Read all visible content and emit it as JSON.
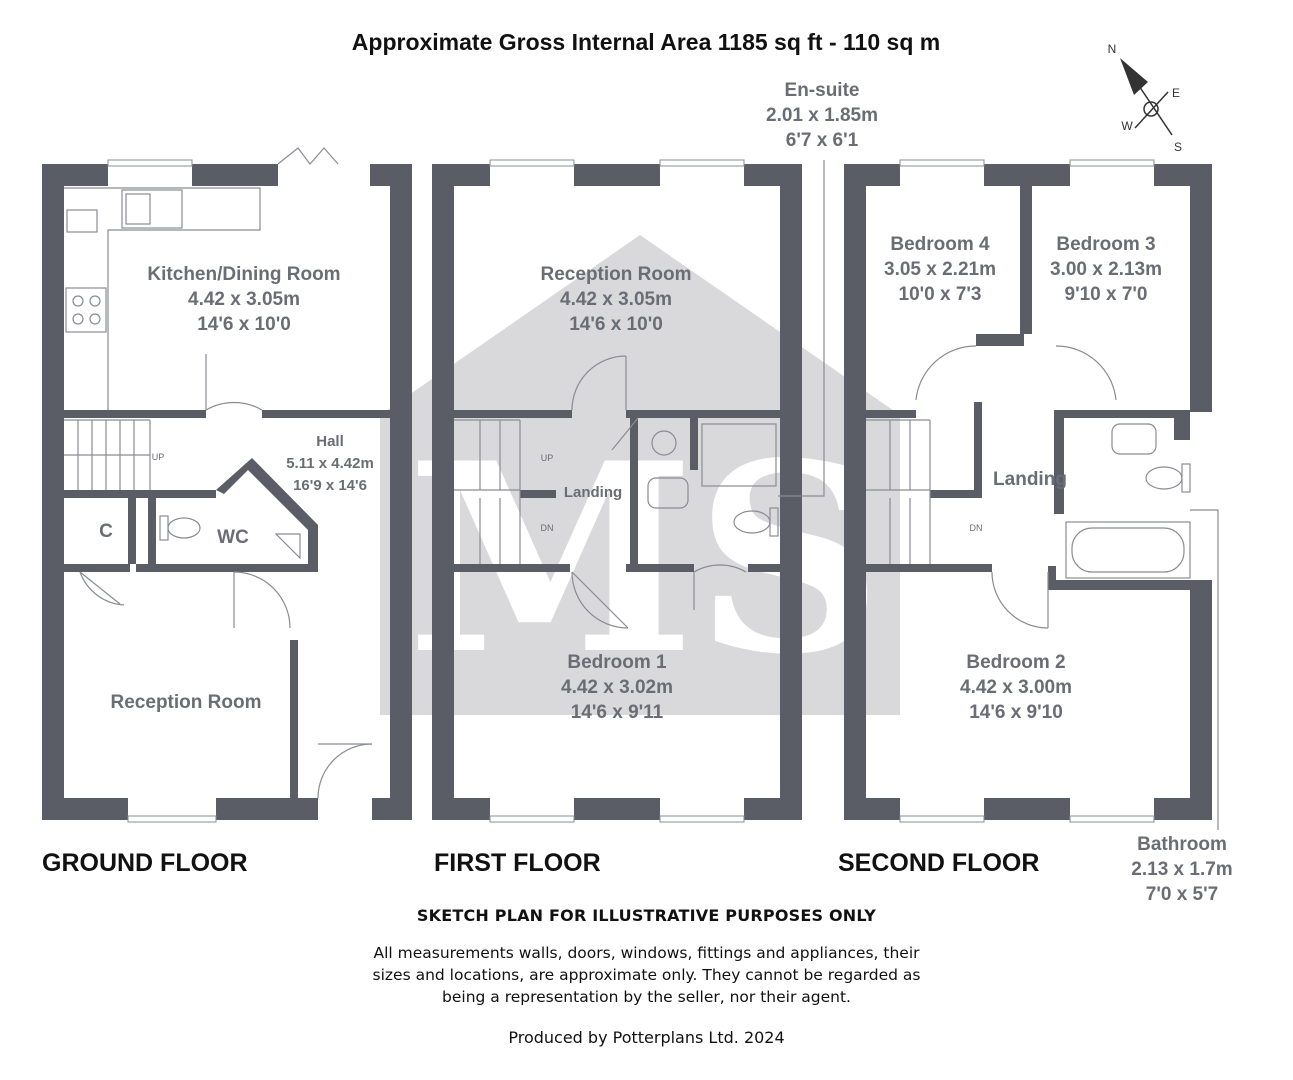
{
  "title": "Approximate Gross Internal Area 1185 sq ft - 110 sq m",
  "compass": {
    "n": "N",
    "e": "E",
    "s": "S",
    "w": "W"
  },
  "watermark": "MS",
  "floors": {
    "ground": {
      "label": "GROUND FLOOR",
      "kitchen": {
        "name": "Kitchen/Dining Room",
        "metric": "4.42 x 3.05m",
        "imperial": "14'6 x 10'0"
      },
      "hall": {
        "name": "Hall",
        "metric": "5.11 x 4.42m",
        "imperial": "16'9 x 14'6"
      },
      "cupboard": {
        "name": "C"
      },
      "wc": {
        "name": "WC"
      },
      "reception": {
        "name": "Reception Room"
      },
      "stairs_up": "UP"
    },
    "first": {
      "label": "FIRST FLOOR",
      "reception": {
        "name": "Reception Room",
        "metric": "4.42 x 3.05m",
        "imperial": "14'6 x 10'0"
      },
      "landing": {
        "name": "Landing"
      },
      "bedroom1": {
        "name": "Bedroom 1",
        "metric": "4.42 x 3.02m",
        "imperial": "14'6 x 9'11"
      },
      "ensuite": {
        "name": "En-suite",
        "metric": "2.01 x 1.85m",
        "imperial": "6'7 x 6'1"
      },
      "stairs_up": "UP",
      "stairs_dn": "DN"
    },
    "second": {
      "label": "SECOND FLOOR",
      "bedroom4": {
        "name": "Bedroom 4",
        "metric": "3.05 x 2.21m",
        "imperial": "10'0 x 7'3"
      },
      "bedroom3": {
        "name": "Bedroom 3",
        "metric": "3.00 x 2.13m",
        "imperial": "9'10 x 7'0"
      },
      "landing": {
        "name": "Landing"
      },
      "bedroom2": {
        "name": "Bedroom 2",
        "metric": "4.42 x 3.00m",
        "imperial": "14'6 x 9'10"
      },
      "bathroom": {
        "name": "Bathroom",
        "metric": "2.13 x 1.7m",
        "imperial": "7'0 x 5'7"
      },
      "stairs_dn": "DN"
    }
  },
  "disclaimer": {
    "title": "SKETCH PLAN FOR ILLUSTRATIVE PURPOSES ONLY",
    "line1": "All measurements walls, doors, windows, fittings and appliances, their",
    "line2": "sizes and locations, are approximate only. They cannot be regarded as",
    "line3": "being a representation by the seller, nor their agent."
  },
  "producer": "Produced by Potterplans Ltd. 2024",
  "colors": {
    "wall": "#5a5c66",
    "watermark": "#d9d9dc",
    "text": "#6b6d75"
  }
}
